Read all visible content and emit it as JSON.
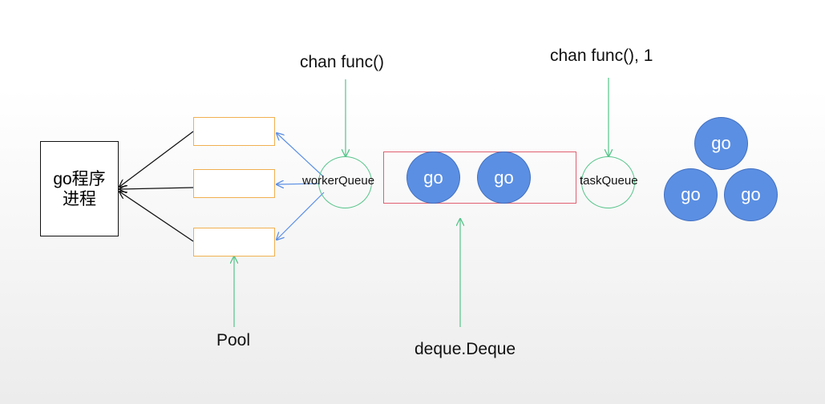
{
  "process": {
    "line1": "go程序",
    "line2": "进程"
  },
  "pool": {
    "label": "Pool"
  },
  "worker_queue": {
    "label": "workerQueue",
    "type_label": "chan func()"
  },
  "task_queue": {
    "label": "taskQueue",
    "type_label": "chan func(), 1"
  },
  "deque": {
    "label": "deque.Deque",
    "items": [
      "go",
      "go"
    ]
  },
  "pending_goroutines": [
    "go",
    "go",
    "go"
  ],
  "colors": {
    "goroutine_fill": "#5b8fe3",
    "queue_border": "#55c48a",
    "pool_slot_border": "#f0b050",
    "deque_border": "#e06070",
    "blue_arrow": "#5b8fe3",
    "green_arrow": "#55c48a"
  }
}
